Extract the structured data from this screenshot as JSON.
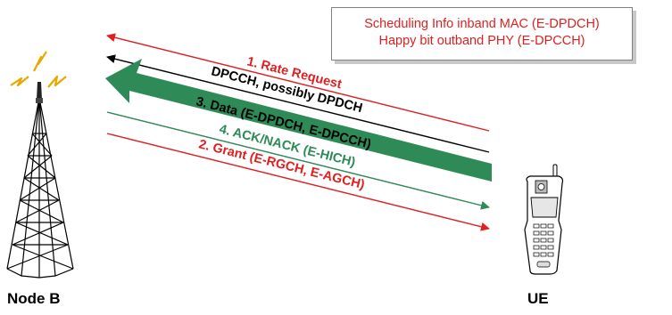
{
  "info_box": {
    "line1": "Scheduling Info inband MAC (E-DPDCH)",
    "line2": "Happy bit outband PHY (E-DPCCH)"
  },
  "arrows": [
    {
      "label": "1. Rate Request",
      "color": "#e02020"
    },
    {
      "label": "DPCCH, possibly DPDCH",
      "color": "#000000"
    },
    {
      "label": "3. Data (E-DPDCH, E-DPCCH)",
      "color": "#2e8b57"
    },
    {
      "label": "4. ACK/NACK (E-HICH)",
      "color": "#2e8b57"
    },
    {
      "label": "2. Grant (E-RGCH, E-AGCH)",
      "color": "#e02020"
    }
  ],
  "nodes": {
    "node_b": "Node B",
    "ue": "UE"
  },
  "colors": {
    "red": "#e02020",
    "green": "#2e8b57",
    "black": "#000000"
  }
}
